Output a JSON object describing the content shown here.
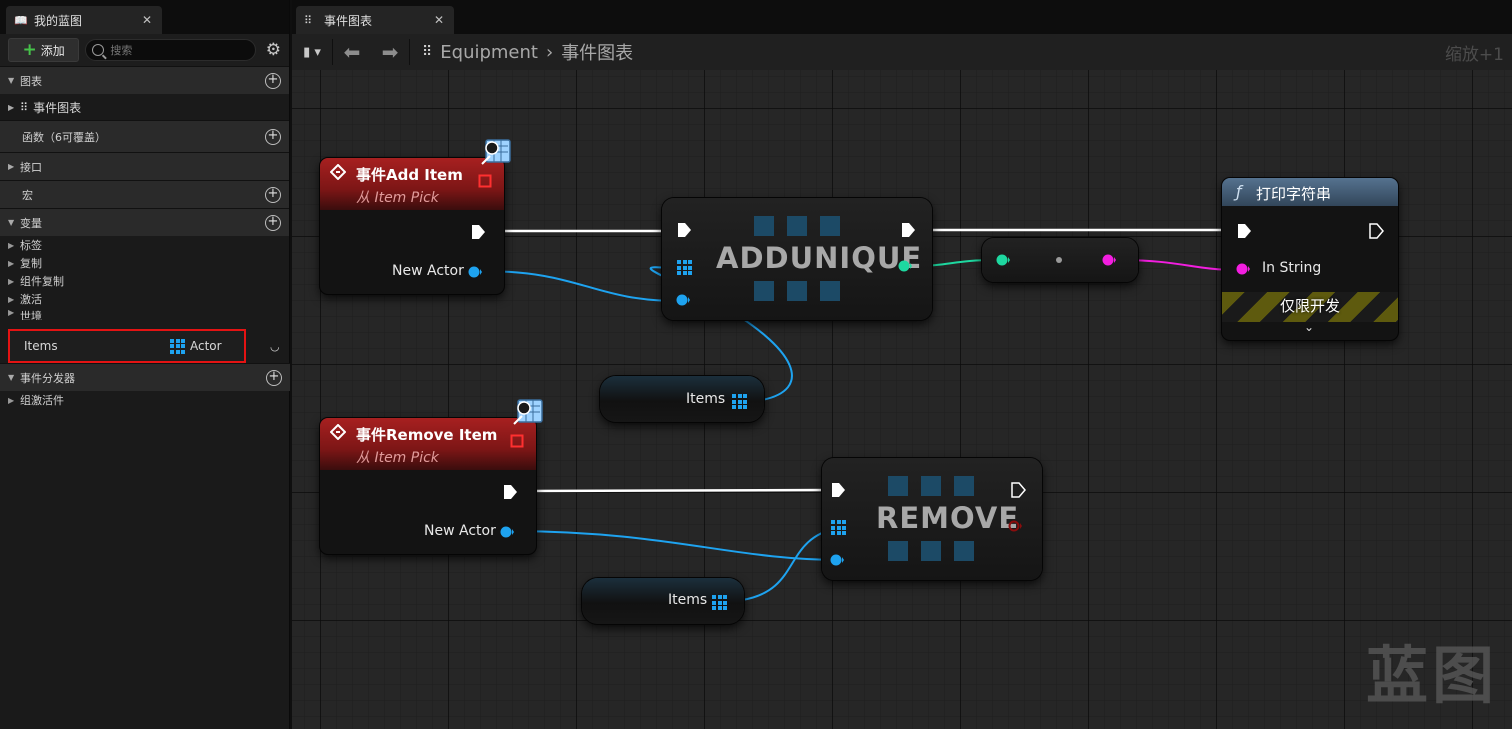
{
  "left_panel": {
    "tab_title": "我的蓝图",
    "tab_close": "✕",
    "add_label": "添加",
    "search_placeholder": "搜索",
    "sections": {
      "graphs": "图表",
      "event_graph": "事件图表",
      "functions": "函数（6可覆盖）",
      "interfaces": "接口",
      "macros": "宏",
      "variables": "变量",
      "dispatchers": "事件分发器",
      "activation": "组激活件"
    },
    "variable_categories": [
      "标签",
      "复制",
      "组件复制",
      "激活",
      "世境"
    ],
    "selected_variable": {
      "name": "Items",
      "type": "Actor"
    }
  },
  "graph_panel": {
    "tab_title": "事件图表",
    "tab_close": "✕",
    "breadcrumb": {
      "root": "Equipment",
      "separator": "›",
      "current": "事件图表"
    },
    "zoom_label": "缩放+1",
    "watermark": "蓝图"
  },
  "nodes": {
    "event_add": {
      "title": "事件Add Item",
      "subtitle": "从 Item Pick",
      "pin": "New Actor"
    },
    "add_unique": {
      "title": "ADDUNIQUE"
    },
    "print_string": {
      "title": "打印字符串",
      "pin": "In String",
      "dev_only": "仅限开发"
    },
    "items_get_1": {
      "label": "Items"
    },
    "event_remove": {
      "title": "事件Remove Item",
      "subtitle": "从 Item Pick",
      "pin": "New Actor"
    },
    "remove": {
      "title": "REMOVE"
    },
    "items_get_2": {
      "label": "Items"
    }
  },
  "colors": {
    "exec": "#ffffff",
    "object_pin": "#1ea3f0",
    "int_pin": "#1ed8a0",
    "string_pin": "#f31ee0",
    "event_header": "#a72020",
    "function_header": "#55728f",
    "highlight": "#e41313"
  }
}
